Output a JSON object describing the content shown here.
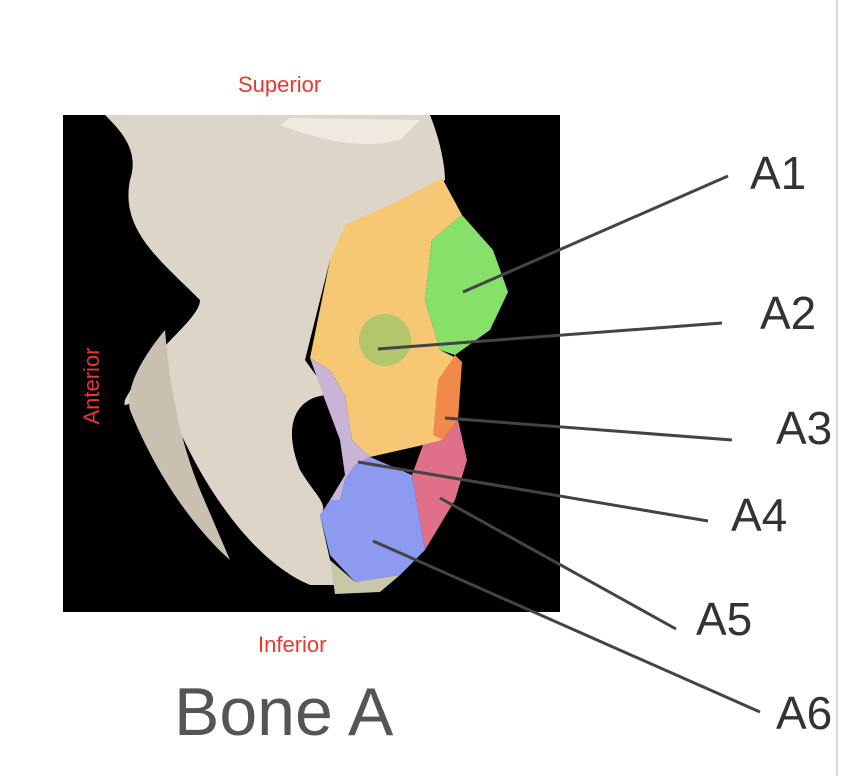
{
  "orientation": {
    "superior": "Superior",
    "inferior": "Inferior",
    "anterior": "Anterior"
  },
  "callouts": [
    "A1",
    "A2",
    "A3",
    "A4",
    "A5",
    "A6"
  ],
  "title": "Bone A",
  "colors": {
    "orientation_text": "#e8382e",
    "callout_text": "#333333",
    "title_text": "#555555",
    "background_panel": "#000000",
    "bone": "#ddd5c8",
    "region_a1": "#86e06a",
    "region_a2": "#f6c874",
    "region_a3": "#f08a4a",
    "region_a4": "#c9b4d8",
    "region_a5": "#e0708a",
    "region_a6": "#8c9af0"
  }
}
